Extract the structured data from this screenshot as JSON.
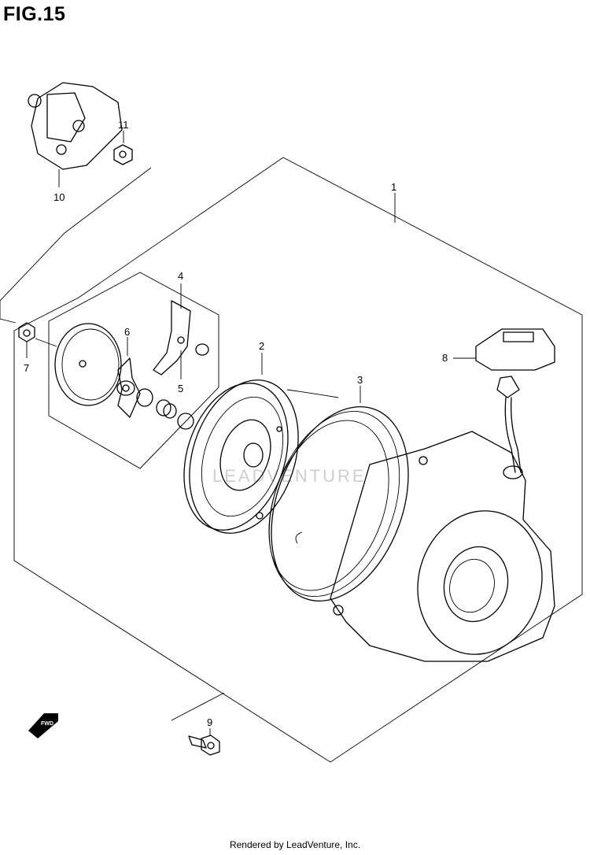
{
  "figure": {
    "title": "FIG.15"
  },
  "callouts": {
    "c1": "1",
    "c2": "2",
    "c3": "3",
    "c4": "4",
    "c5": "5",
    "c6": "6",
    "c7": "7",
    "c8": "8",
    "c9": "9",
    "c10": "10",
    "c11": "11"
  },
  "direction_badge": "FWD",
  "watermark": "LEADVENTURE",
  "footer": {
    "text": "Rendered by LeadVenture, Inc."
  }
}
